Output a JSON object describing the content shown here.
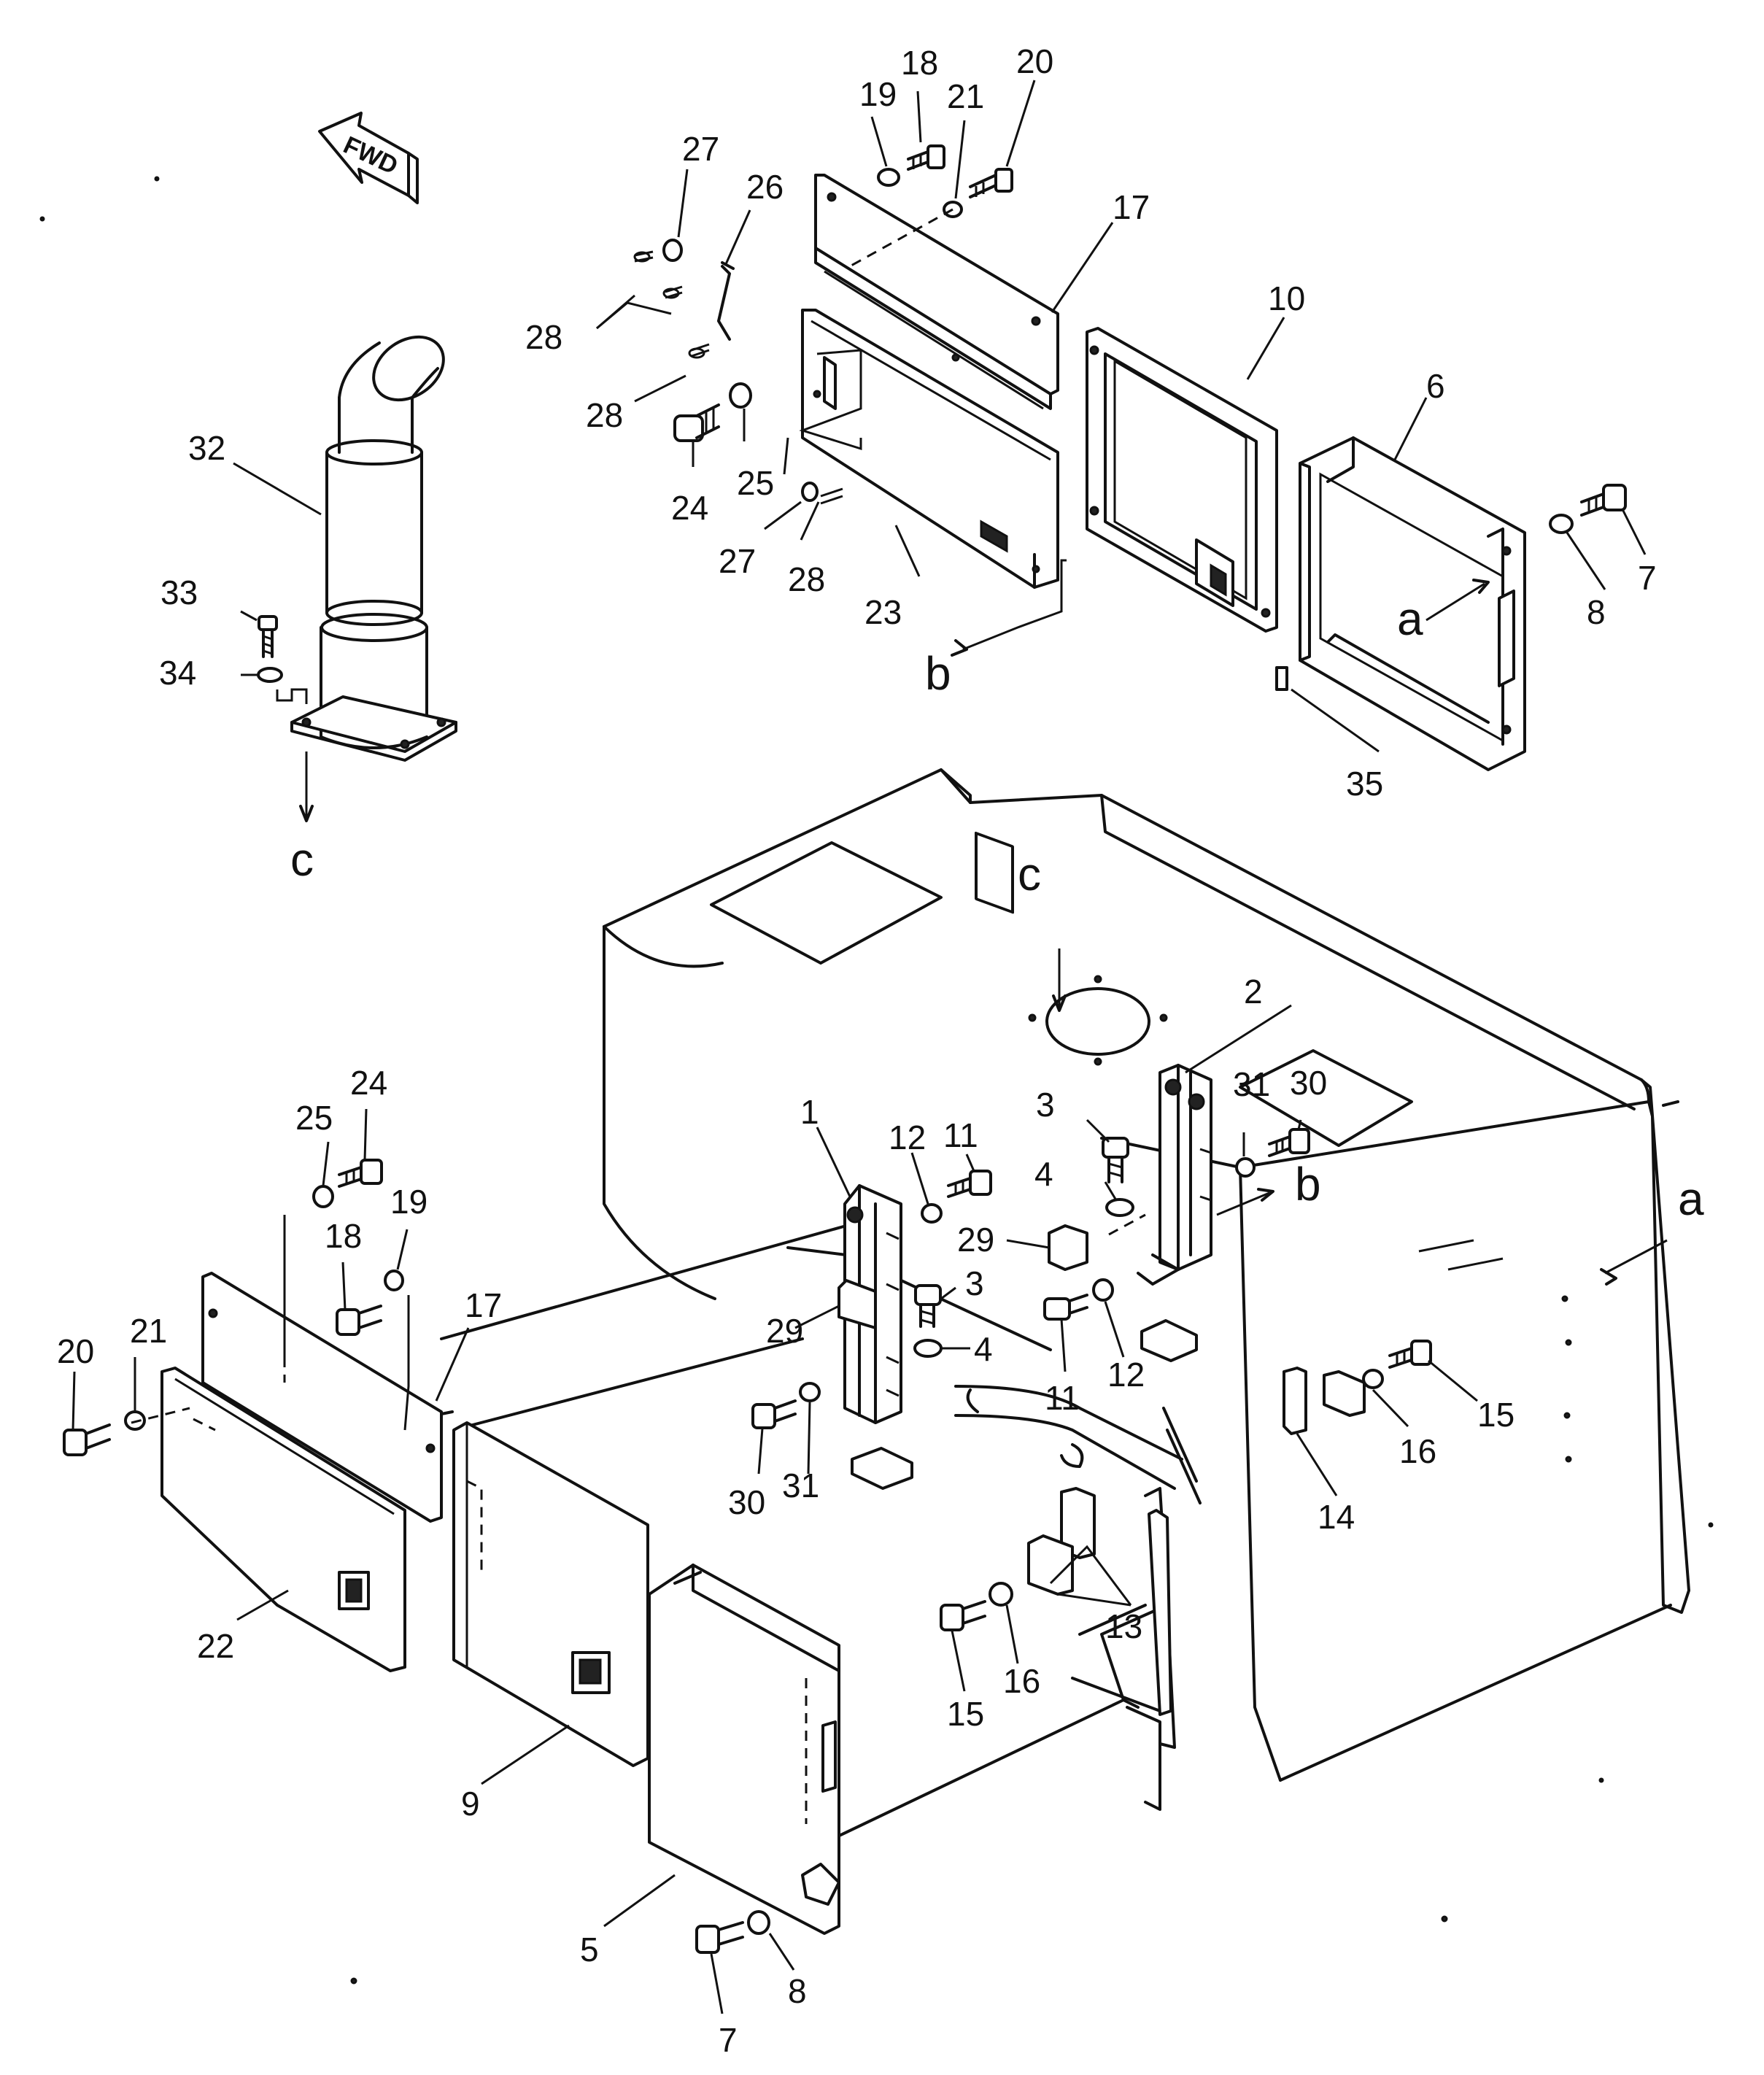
{
  "diagram": {
    "fwd_label": "FWD",
    "reference_letters": {
      "a_upper": "a",
      "b_upper": "b",
      "c_upper": "c",
      "a_lower": "a",
      "b_lower": "b",
      "c_lower": "c"
    },
    "callouts": {
      "p18t": "18",
      "p19t": "19",
      "p20t": "20",
      "p21t": "21",
      "p27t": "27",
      "p26t": "26",
      "p17t": "17",
      "p10t": "10",
      "p6t": "6",
      "p28a": "28",
      "p28b": "28",
      "p25t": "25",
      "p24t": "24",
      "p27b": "27",
      "p28c": "28",
      "p23t": "23",
      "p7t": "7",
      "p8t": "8",
      "p35t": "35",
      "p32": "32",
      "p33": "33",
      "p34": "34",
      "p2": "2",
      "p30u": "30",
      "p31u": "31",
      "p3u": "3",
      "p4u": "4",
      "p1": "1",
      "p12u": "12",
      "p11u": "11",
      "p29u": "29",
      "p25l": "25",
      "p24l": "24",
      "p19l": "19",
      "p18l": "18",
      "p17l": "17",
      "p20l": "20",
      "p21l": "21",
      "p3l": "3",
      "p29l": "29",
      "p4l": "4",
      "p11l": "11",
      "p12l": "12",
      "p30l": "30",
      "p31l": "31",
      "p15r": "15",
      "p16r": "16",
      "p14": "14",
      "p13": "13",
      "p16b": "16",
      "p15b": "15",
      "p22": "22",
      "p9": "9",
      "p5": "5",
      "p8b": "8",
      "p7b": "7"
    }
  }
}
